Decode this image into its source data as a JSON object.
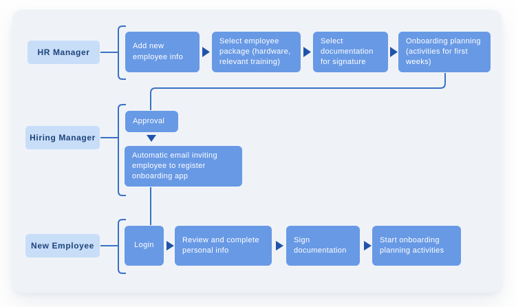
{
  "colors": {
    "canvas_bg": "#EFF3F8",
    "node_fill": "#6899E5",
    "node_text": "#FFFFFF",
    "label_fill": "#C8DDF8",
    "label_text": "#1C4379",
    "connector": "#3A70C4",
    "arrow": "#2153A8"
  },
  "lanes": [
    {
      "label": "HR Manager",
      "steps": [
        "Add new employee info",
        "Select employee package (hardware, relevant training)",
        "Select documentation for signature",
        "Onboarding planning (activities for first weeks)"
      ]
    },
    {
      "label": "Hiring Manager",
      "steps": [
        "Approval",
        "Automatic email inviting employee to register onboarding app"
      ]
    },
    {
      "label": "New Employee",
      "steps": [
        "Login",
        "Review and complete personal info",
        "Sign documentation",
        "Start onboarding planning activities"
      ]
    }
  ]
}
